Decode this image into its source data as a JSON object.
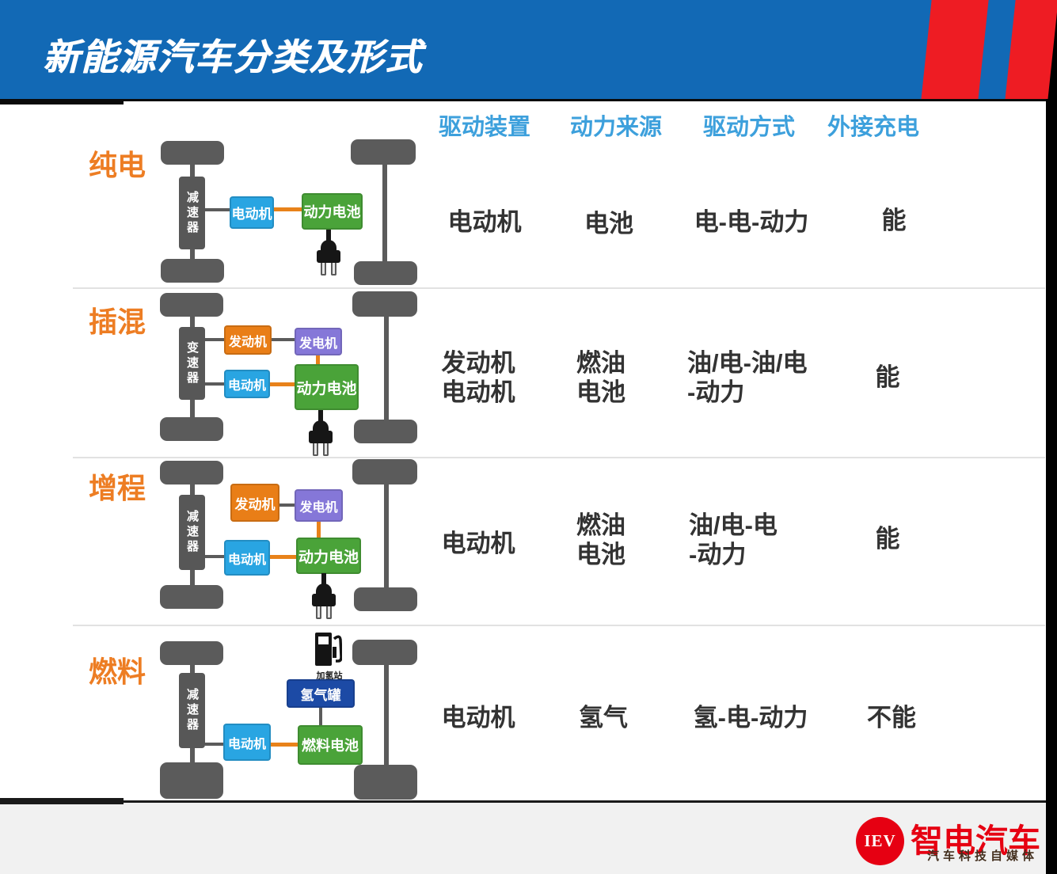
{
  "header": {
    "title": "新能源汽车分类及形式"
  },
  "table": {
    "columns": [
      "驱动装置",
      "动力来源",
      "驱动方式",
      "外接充电"
    ]
  },
  "rows": [
    {
      "label": "纯电",
      "gearbox_label": "减速器",
      "components": {
        "motor": "电动机",
        "battery": "动力电池"
      },
      "cells": {
        "drive_device": [
          "电动机"
        ],
        "power_source": [
          "电池"
        ],
        "drive_mode": [
          "电-电-动力"
        ],
        "external_charging": [
          "能"
        ]
      }
    },
    {
      "label": "插混",
      "gearbox_label": "变速器",
      "components": {
        "engine": "发动机",
        "generator": "发电机",
        "motor": "电动机",
        "battery": "动力电池"
      },
      "cells": {
        "drive_device": [
          "发动机",
          "电动机"
        ],
        "power_source": [
          "燃油",
          "电池"
        ],
        "drive_mode": [
          "油/电-油/电",
          "-动力"
        ],
        "external_charging": [
          "能"
        ]
      }
    },
    {
      "label": "增程",
      "gearbox_label": "减速器",
      "components": {
        "engine": "发动机",
        "generator": "发电机",
        "motor": "电动机",
        "battery": "动力电池"
      },
      "cells": {
        "drive_device": [
          "电动机"
        ],
        "power_source": [
          "燃油",
          "电池"
        ],
        "drive_mode": [
          "油/电-电",
          "-动力"
        ],
        "external_charging": [
          "能"
        ]
      }
    },
    {
      "label": "燃料",
      "gearbox_label": "减速器",
      "station_label": "加氢站",
      "components": {
        "tank": "氢气罐",
        "motor": "电动机",
        "fuel_cell": "燃料电池"
      },
      "cells": {
        "drive_device": [
          "电动机"
        ],
        "power_source": [
          "氢气"
        ],
        "drive_mode": [
          "氢-电-动力"
        ],
        "external_charging": [
          "不能"
        ]
      }
    }
  ],
  "footer": {
    "logo_badge": "IEV",
    "logo_name": "智电汽车",
    "logo_tagline": "汽车科技自媒体"
  },
  "colors": {
    "header_blue": "#1269b5",
    "stripe_red": "#ee1c23",
    "column_header_blue": "#3da0dc",
    "row_label_orange": "#ed7d23",
    "motor_blue": "#29a5e2",
    "engine_orange": "#e97e17",
    "generator_purple": "#8577d8",
    "battery_green": "#4aa339",
    "tank_navy": "#1c4aa5",
    "connector_orange": "#e8821a",
    "chassis_gray": "#5b5b5b",
    "logo_red": "#e60012"
  }
}
